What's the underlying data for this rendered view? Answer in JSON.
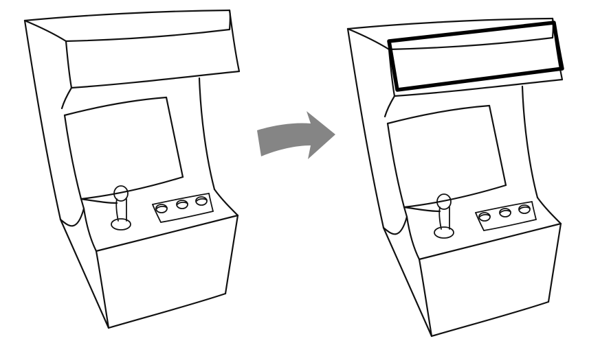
{
  "colors": {
    "background": "#ffffff",
    "ink": "#111111",
    "arrow": "#858585",
    "highlight": "#000000"
  },
  "figures": [
    {
      "name": "arcade-cabinet-before",
      "marquee_highlighted": false
    },
    {
      "name": "arcade-cabinet-after",
      "marquee_highlighted": true
    }
  ],
  "transition_arrow": {
    "icon": "curved-arrow-right-icon"
  },
  "cabinet_parts": {
    "buttons_count": 3,
    "joystick_count": 1
  }
}
